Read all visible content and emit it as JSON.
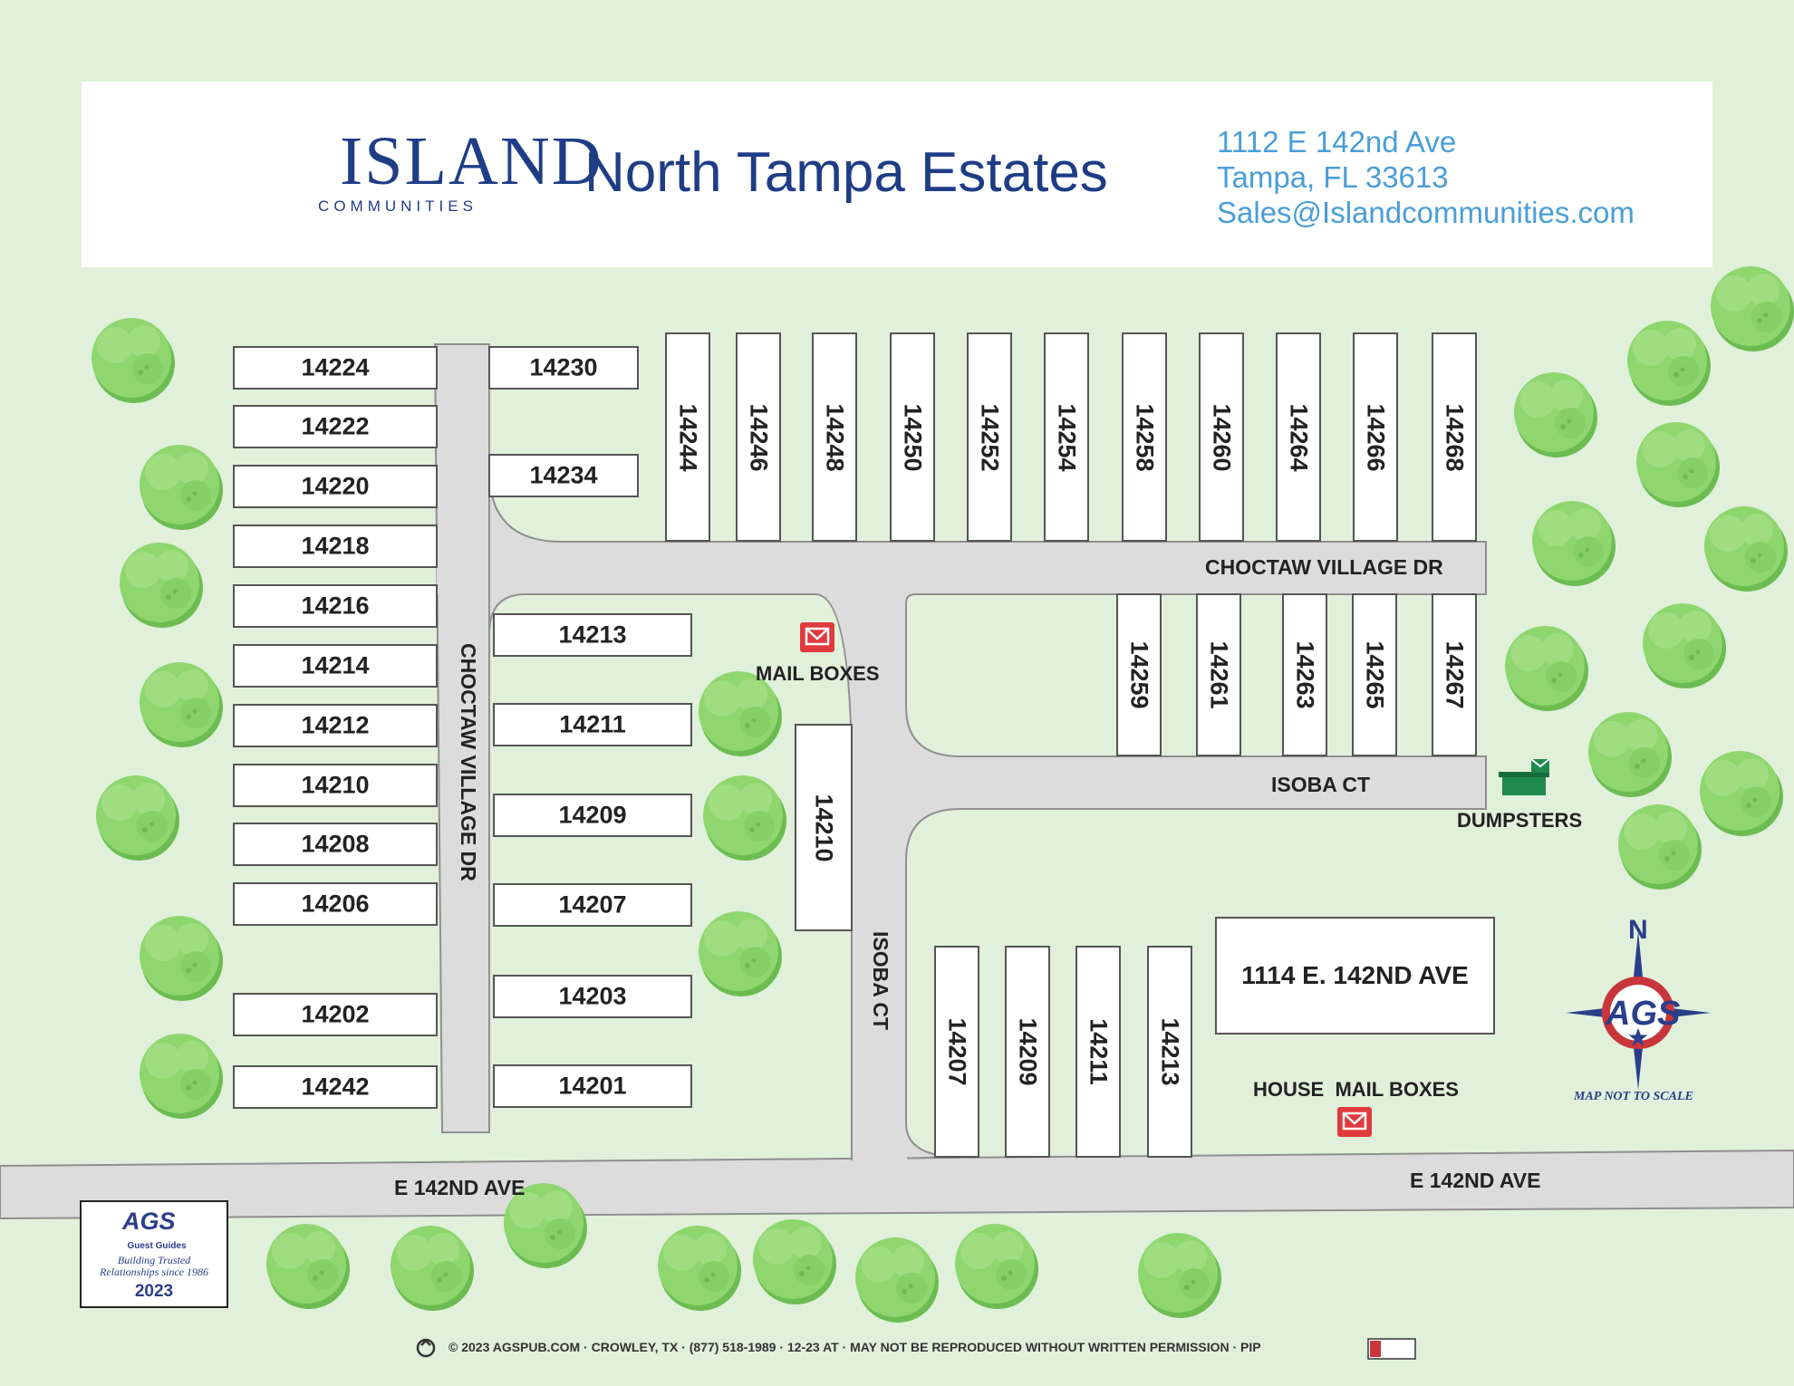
{
  "header": {
    "brand": "ISLAND",
    "brand_sub": "COMMUNITIES",
    "title": "North Tampa Estates",
    "address_line1": "1112 E 142nd Ave",
    "address_line2": "Tampa, FL 33613",
    "email": "Sales@Islandcommunities.com"
  },
  "streets": {
    "choctaw_horizontal": "CHOCTAW VILLAGE DR",
    "choctaw_vertical": "CHOCTAW VILLAGE DR",
    "isoba_horizontal": "ISOBA CT",
    "isoba_vertical": "ISOBA CT",
    "e142_left": "E 142ND AVE",
    "e142_right": "E 142ND AVE"
  },
  "lots": {
    "left_column": [
      "14224",
      "14222",
      "14220",
      "14218",
      "14216",
      "14214",
      "14212",
      "14210",
      "14208",
      "14206",
      "14202",
      "14242"
    ],
    "upper_pair": [
      "14230",
      "14234"
    ],
    "inner_column": [
      "14213",
      "14211",
      "14209",
      "14207",
      "14203",
      "14201"
    ],
    "top_row": [
      "14244",
      "14246",
      "14248",
      "14250",
      "14252",
      "14254",
      "14258",
      "14260",
      "14264",
      "14266",
      "14268"
    ],
    "isoba_row": [
      "14259",
      "14261",
      "14263",
      "14265",
      "14267"
    ],
    "single": "14210",
    "bottom_row": [
      "14207",
      "14209",
      "14211",
      "14213"
    ],
    "building": "1114 E. 142ND AVE"
  },
  "amenities": {
    "mail_boxes": "MAIL BOXES",
    "dumpsters": "DUMPSTERS",
    "house_mail_boxes": "HOUSE  MAIL BOXES"
  },
  "compass": {
    "north": "N",
    "logo": "AGS",
    "scale_note": "MAP NOT TO SCALE"
  },
  "ags_badge": {
    "logo": "AGS",
    "sub": "Guest Guides",
    "tagline_1": "Building Trusted",
    "tagline_2": "Relationships since 1986",
    "year": "2023"
  },
  "footer": "© 2023 AGSPUB.COM · CROWLEY, TX · (877) 518-1989 · 12-23 AT · MAY NOT BE REPRODUCED WITHOUT WRITTEN PERMISSION · PIP",
  "colors": {
    "background": "#e0f0da",
    "road": "#dcdcdc",
    "road_edge": "#8f8f8f",
    "lot": "#ffffff",
    "tree": "#8fd66f",
    "tree_shadow": "#6cbc52",
    "brand_blue": "#1e3d86",
    "accent_blue": "#4a9ed8",
    "mail_red": "#e03a3e"
  },
  "icons": [
    "palm-tree-icon",
    "mail-icon",
    "dumpster-icon",
    "compass-icon",
    "recycle-icon",
    "soy-ink-icon"
  ]
}
